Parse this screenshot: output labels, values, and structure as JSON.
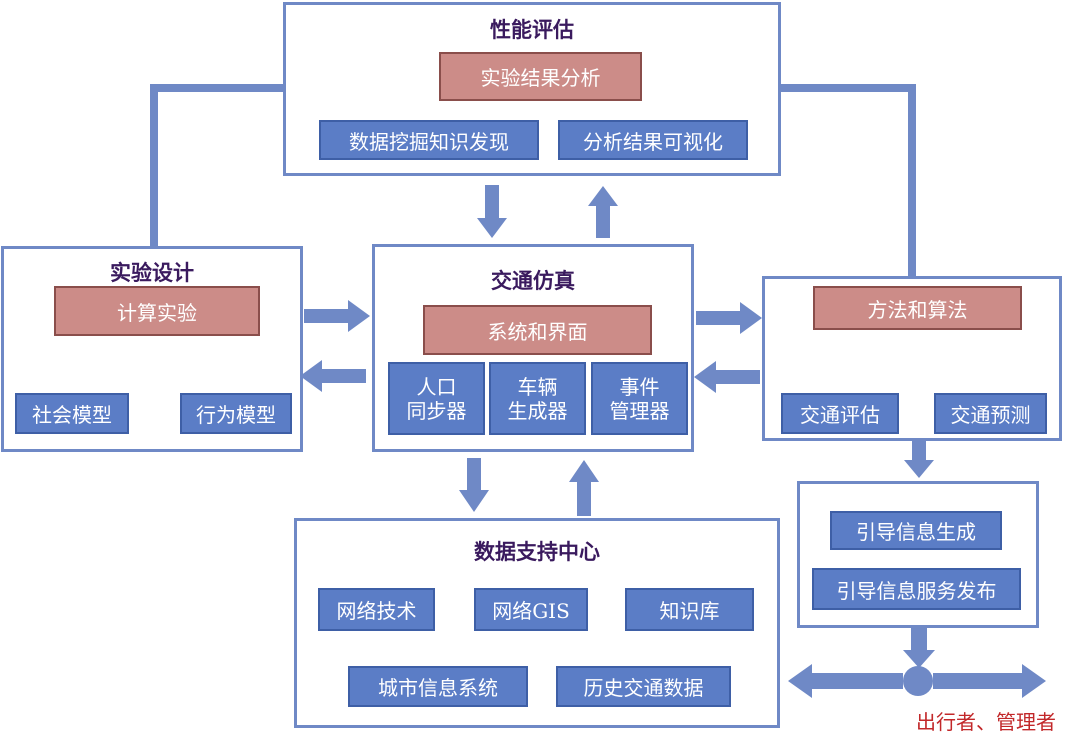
{
  "performance": {
    "title": "性能评估",
    "main": "实验结果分析",
    "left": "数据挖掘知识发现",
    "right": "分析结果可视化"
  },
  "experiment": {
    "title": "实验设计",
    "main": "计算实验",
    "left": "社会模型",
    "right": "行为模型"
  },
  "traffic": {
    "title": "交通仿真",
    "main": "系统和界面",
    "box1": [
      "人口",
      "同步器"
    ],
    "box2": [
      "车辆",
      "生成器"
    ],
    "box3": [
      "事件",
      "管理器"
    ]
  },
  "method": {
    "title": "方法和算法",
    "left": "交通评估",
    "right": "交通预测"
  },
  "data_center": {
    "title": "数据支持中心",
    "gis": "网络GIS",
    "tech": "网络技术",
    "kb": "知识库",
    "city": "城市信息系统",
    "history": "历史交通数据"
  },
  "guide": {
    "gen": "引导信息生成",
    "publish": "引导信息服务发布"
  },
  "caption": "出行者、管理者",
  "colors": {
    "frame": "#6f89c6",
    "blue_box": "#5b7dc6",
    "pink_box": "#cc8c88",
    "red_line": "#b23a3a",
    "caption": "#c2282a"
  }
}
